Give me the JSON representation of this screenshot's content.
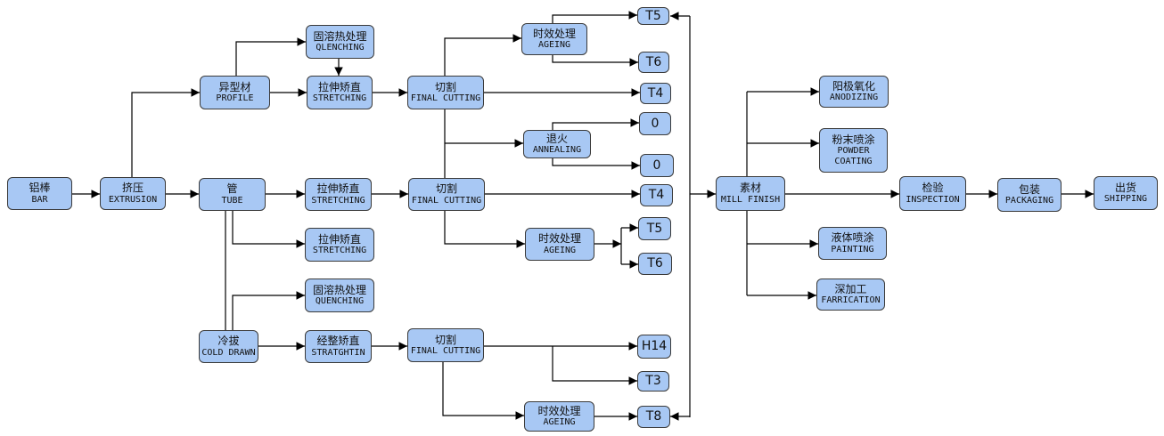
{
  "diagram": {
    "type": "process-flowchart",
    "box_fill": "#a8c8f4",
    "box_border": "#3a3a3a",
    "line_color": "#000000",
    "nodes": [
      {
        "id": "bar",
        "zh": "铝棒",
        "en": "BAR"
      },
      {
        "id": "extrusion",
        "zh": "挤压",
        "en": "EXTRUSION"
      },
      {
        "id": "profile",
        "zh": "异型材",
        "en": "PROFILE"
      },
      {
        "id": "qlenching",
        "zh": "固溶热处理",
        "en": "QLENCHING"
      },
      {
        "id": "stretch1",
        "zh": "拉伸矫直",
        "en": "STRETCHING"
      },
      {
        "id": "tube",
        "zh": "管",
        "en": "TUBE"
      },
      {
        "id": "stretch2",
        "zh": "拉伸矫直",
        "en": "STRETCHING"
      },
      {
        "id": "stretch3",
        "zh": "拉伸矫直",
        "en": "STRETCHING"
      },
      {
        "id": "quenching",
        "zh": "固溶热处理",
        "en": "QUENCHING"
      },
      {
        "id": "colddrawn",
        "zh": "冷拔",
        "en": "COLD DRAWN"
      },
      {
        "id": "stratghtin",
        "zh": "经整矫直",
        "en": "STRATGHTIN"
      },
      {
        "id": "cut1",
        "zh": "切割",
        "en": "FINAL CUTTING"
      },
      {
        "id": "cut2",
        "zh": "切割",
        "en": "FINAL CUTTING"
      },
      {
        "id": "cut3",
        "zh": "切割",
        "en": "FINAL CUTTING"
      },
      {
        "id": "ageing1",
        "zh": "时效处理",
        "en": "AGEING"
      },
      {
        "id": "annealing",
        "zh": "退火",
        "en": "ANNEALING"
      },
      {
        "id": "ageing2",
        "zh": "时效处理",
        "en": "AGEING"
      },
      {
        "id": "ageing3",
        "zh": "时效处理",
        "en": "AGEING"
      },
      {
        "id": "t5a",
        "zh": "",
        "en": "T5"
      },
      {
        "id": "t6a",
        "zh": "",
        "en": "T6"
      },
      {
        "id": "t4a",
        "zh": "",
        "en": "T4"
      },
      {
        "id": "o1",
        "zh": "",
        "en": "0"
      },
      {
        "id": "o2",
        "zh": "",
        "en": "0"
      },
      {
        "id": "t4b",
        "zh": "",
        "en": "T4"
      },
      {
        "id": "t5b",
        "zh": "",
        "en": "T5"
      },
      {
        "id": "t6b",
        "zh": "",
        "en": "T6"
      },
      {
        "id": "h14",
        "zh": "",
        "en": "H14"
      },
      {
        "id": "t3",
        "zh": "",
        "en": "T3"
      },
      {
        "id": "t8",
        "zh": "",
        "en": "T8"
      },
      {
        "id": "millfinish",
        "zh": "素材",
        "en": "MILL FINISH"
      },
      {
        "id": "anodizing",
        "zh": "阳极氧化",
        "en": "ANODIZING"
      },
      {
        "id": "powder",
        "zh": "粉末喷涂",
        "en": "POWDER COATING"
      },
      {
        "id": "painting",
        "zh": "液体喷涂",
        "en": "PAINTING"
      },
      {
        "id": "fabrication",
        "zh": "深加工",
        "en": "FARRICATION"
      },
      {
        "id": "inspection",
        "zh": "检验",
        "en": "INSPECTION"
      },
      {
        "id": "packaging",
        "zh": "包装",
        "en": "PACKAGING"
      },
      {
        "id": "shipping",
        "zh": "出货",
        "en": "SHIPPING"
      }
    ]
  }
}
